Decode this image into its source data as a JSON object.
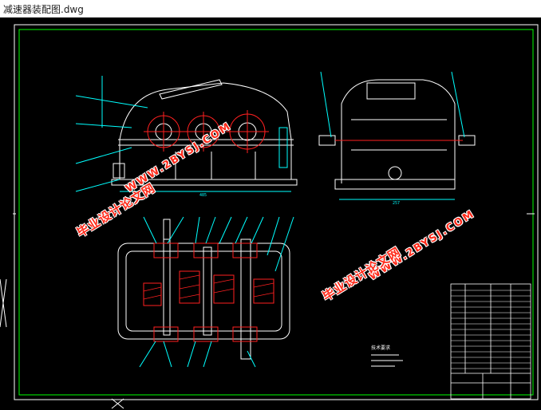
{
  "window": {
    "title": "减速器装配图.dwg"
  },
  "colors": {
    "background": "#000000",
    "frame": "#00ff00",
    "callout": "#00ffff",
    "geometry": "#ffffff",
    "hatch": "#ff2020",
    "watermark": "#ff2a1a"
  },
  "watermarks": {
    "url": "WWW.2BYSJ.COM",
    "cn": "毕业设计论文网"
  },
  "drawing": {
    "notes_heading": "技术要求",
    "side_view": {
      "dim_label": "485"
    },
    "end_view": {
      "dim_label": "257"
    }
  }
}
